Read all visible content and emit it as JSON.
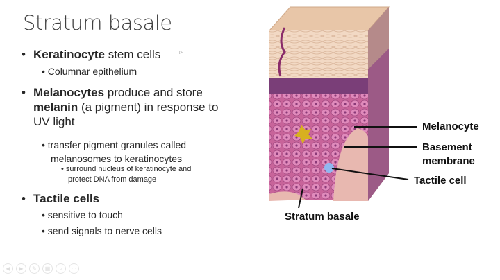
{
  "slide": {
    "title": "Stratum basale",
    "bullets": [
      {
        "bold": "Keratinocyte",
        "rest": " stem cells",
        "sub": [
          "Columnar epithelium"
        ]
      },
      {
        "line1_bold": "Melanocytes",
        "line1_rest": " produce and store",
        "line2_bold": "melanin",
        "line2_rest": " (a pigment) in response to",
        "line3": "UV light",
        "sub": [
          "transfer pigment granules called",
          "melanosomes to keratinocytes"
        ],
        "subsub": [
          "surround nucleus of keratinocyte and",
          "protect DNA from damage"
        ]
      },
      {
        "bold": "Tactile cells",
        "sub": [
          "sensitive to touch",
          "send signals to nerve cells"
        ]
      }
    ]
  },
  "figure": {
    "labels": {
      "melanocyte": "Melanocyte",
      "basement_1": "Basement",
      "basement_2": "membrane",
      "tactile": "Tactile cell",
      "stratum": "Stratum basale"
    }
  },
  "controls": [
    "previous-icon",
    "next-icon",
    "pen-icon",
    "slides-icon",
    "zoom-icon",
    "more-icon"
  ]
}
